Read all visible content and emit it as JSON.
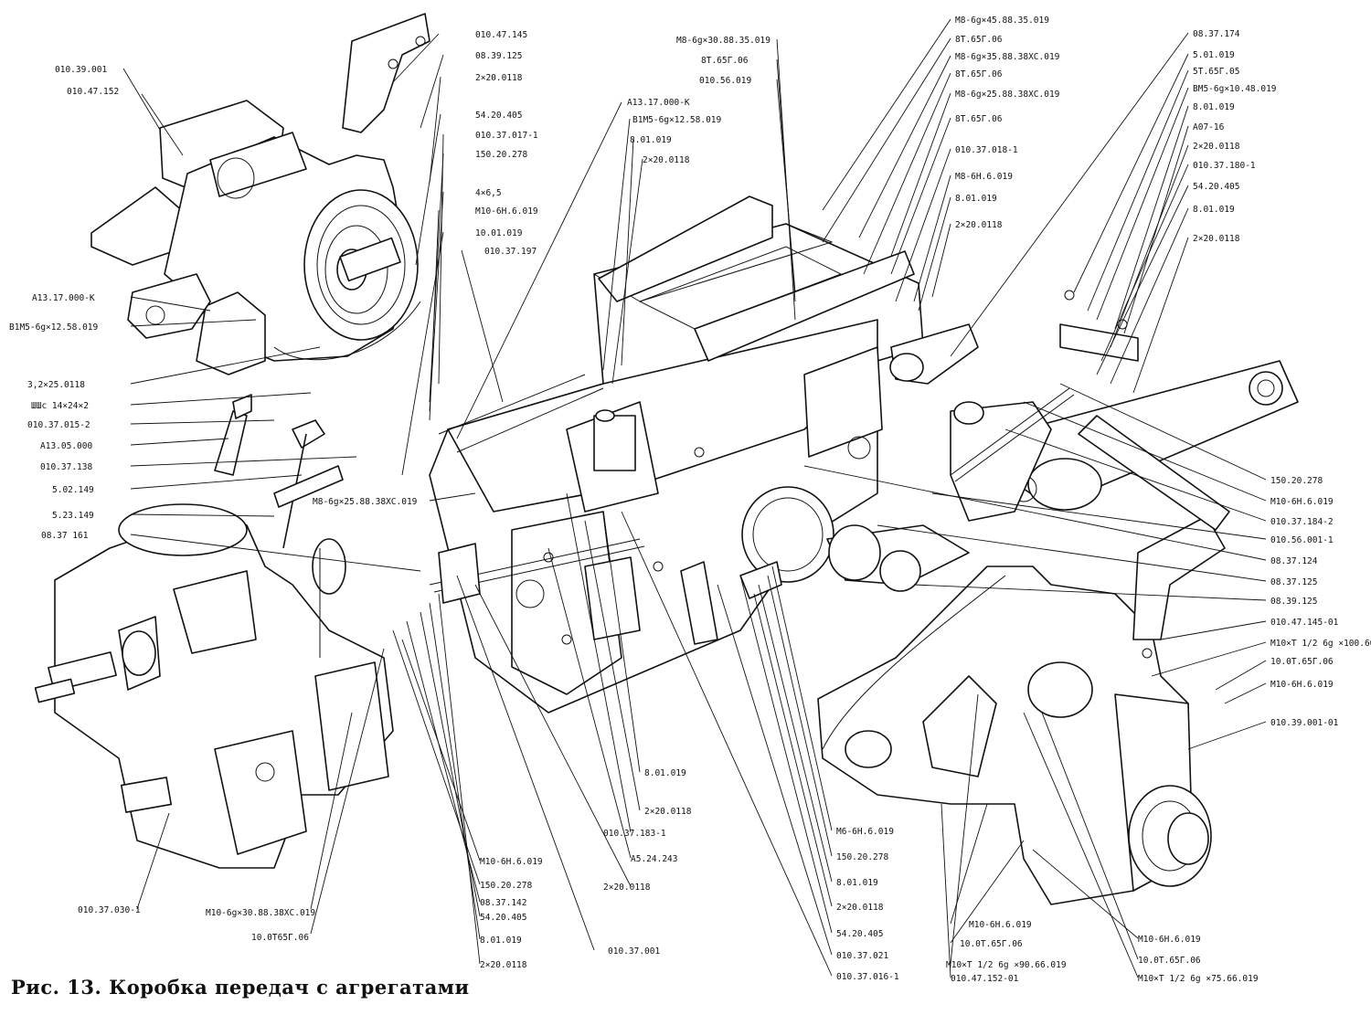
{
  "caption": "Рис. 13. Коробка передач с агрегатами",
  "labels": {
    "L01": "010.39.001",
    "L02": "010.47.152",
    "L03": "010.47.145",
    "L04": "08.39.125",
    "L05": "2×20.0118",
    "L06": "54.20.405",
    "L07": "010.37.017-1",
    "L08": "150.20.278",
    "L09": "4×6,5",
    "L10": "М10-6Н.6.019",
    "L11": "10.01.019",
    "L12": "010.37.197",
    "L13": "А13.17.000-К",
    "L14": "В1М5-6g×12.58.019",
    "L15": "3,2×25.0118",
    "L16": "ШШс 14×24×2",
    "L17": "010.37.015-2",
    "L18": "А13.05.000",
    "L19": "010.37.138",
    "L20": "5.02.149",
    "L21": "5.23.149",
    "L22": "08.37 161",
    "L23": "М8-6g×25.88.38ХС.019",
    "L24": "А13.17.000-К",
    "L25": "В1М5-6g×12.58.019",
    "L26": "8.01.019",
    "L27": "2×20.0118",
    "L28": "М8-6g×30.88.35.019",
    "L29": "8Т.65Г.06",
    "L30": "010.56.019",
    "L31": "М8-6g×45.88.35.019",
    "L32": "8Т.65Г.06",
    "L33": "М8-6g×35.88.38ХС.019",
    "L34": "8Т.65Г.06",
    "L35": "М8-6g×25.88.38ХС.019",
    "L36": "8Т.65Г.06",
    "L37": "010.37.018-1",
    "L38": "М8-6Н.6.019",
    "L39": "8.01.019",
    "L40": "2×20.0118",
    "L41": "08.37.174",
    "L42": "5.01.019",
    "L43": "5Т.65Г.05",
    "L44": "ВМ5-6g×10.48.019",
    "L45": "8.01.019",
    "L46": "А07-16",
    "L47": "2×20.0118",
    "L48": "010.37.180-1",
    "L49": "54.20.405",
    "L50": "8.01.019",
    "L51": "2×20.0118",
    "L52": "150.20.278",
    "L53": "М10-6Н.6.019",
    "L54": "010.37.184-2",
    "L55": "010.56.001-1",
    "L56": "08.37.124",
    "L57": "08.37.125",
    "L58": "08.39.125",
    "L59": "010.47.145-01",
    "L60": "М10×Т 1/2 6g ×100.66.019",
    "L61": "10.0Т.65Г.06",
    "L62": "М10-6Н.6.019",
    "L63": "010.39.001-01",
    "L64": "8.01.019",
    "L65": "2×20.0118",
    "L66": "010.37.183-1",
    "L67": "А5.24.243",
    "L68": "2×20.0118",
    "L69": "М6-6Н.6.019",
    "L70": "150.20.278",
    "L71": "8.01.019",
    "L72": "2×20.0118",
    "L73": "54.20.405",
    "L74": "010.37.021",
    "L75": "010.37.016-1",
    "L76": "М10-6Н.6.019",
    "L77": "150.20.278",
    "L78": "08.37.142",
    "L79": "54.20.405",
    "L80": "8.01.019",
    "L81": "2×20.0118",
    "L82": "010.37.001",
    "L83": "010.37.030-1",
    "L84": "М10-6g×30.88.38ХС.019",
    "L85": "10.0Т65Г.06",
    "L86": "М10-6Н.6.019",
    "L87": "10.0Т.65Г.06",
    "L88": "М10×Т 1/2 6g ×90.66.019",
    "L89": "010.47.152-01",
    "L90": "М10-6Н.6.019",
    "L91": "10.0Т.65Г.06",
    "L92": "М10×Т 1/2 6g ×75.66.019"
  }
}
